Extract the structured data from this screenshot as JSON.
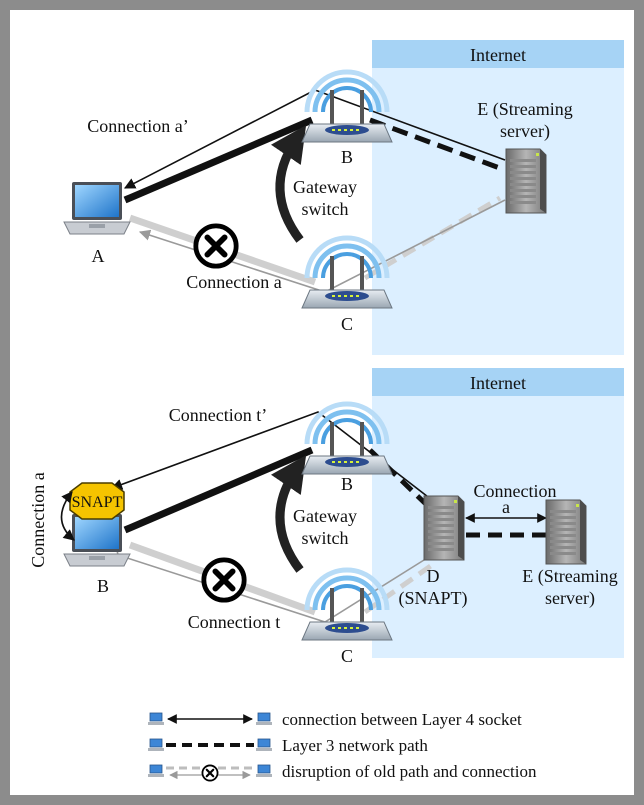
{
  "panel_top": {
    "internet_label": "Internet",
    "nodes": {
      "A": "A",
      "B": "B",
      "C": "C",
      "E_line1": "E (Streaming",
      "E_line2": "server)"
    },
    "labels": {
      "connection_prime": "Connection a’",
      "connection": "Connection a",
      "gateway_line1": "Gateway",
      "gateway_line2": "switch"
    }
  },
  "panel_bottom": {
    "internet_label": "Internet",
    "nodes": {
      "B": "B",
      "C": "C",
      "D_line1": "D",
      "D_line2": "(SNAPT)",
      "E_line1": "E (Streaming",
      "E_line2": "server)"
    },
    "labels": {
      "connection_prime": "Connection t’",
      "connection": "Connection t",
      "gateway_line1": "Gateway",
      "gateway_line2": "switch",
      "snapt_badge": "SNAPT",
      "connection_a_vertical": "Connection a",
      "connection_de_line1": "Connection",
      "connection_de_line2": "a"
    }
  },
  "legend": {
    "items": [
      {
        "text": "connection between Layer 4 socket"
      },
      {
        "text": "Layer 3 network path"
      },
      {
        "text": "disruption of old path and connection"
      }
    ]
  },
  "colors": {
    "internet_bg": "#dcefff",
    "internet_header": "#a6d3f5",
    "frame": "#8c8c8c",
    "snapt_fill": "#f5c400",
    "wifi_arc": "#5aa8e6",
    "gray_path": "#cfcfcf"
  },
  "icons": [
    "laptop-icon",
    "router-icon",
    "server-icon",
    "disruption-icon",
    "snapt-badge"
  ]
}
